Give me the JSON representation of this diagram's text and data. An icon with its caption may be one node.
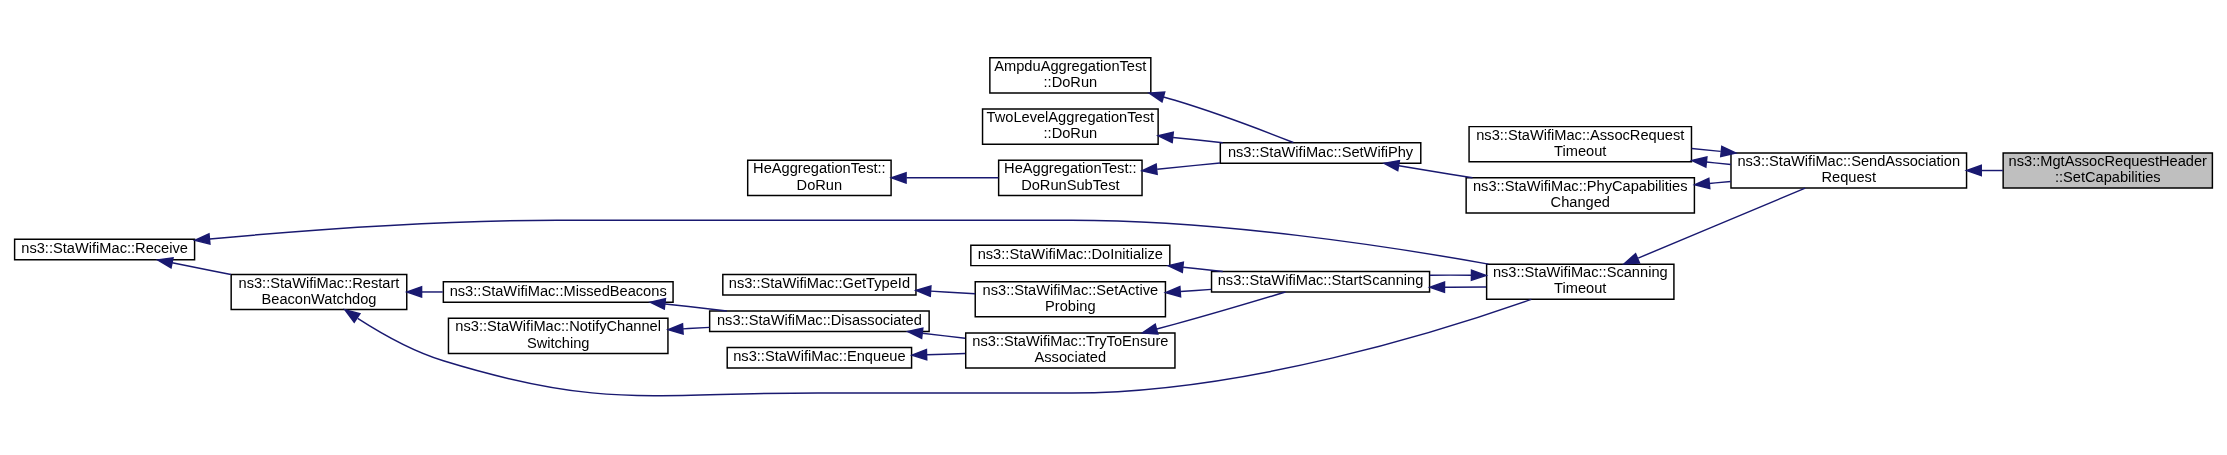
{
  "diagram": {
    "nodes": [
      {
        "text": [
          "ns3::MgtAssocRequestHeader ::SetCapabilities"
        ]
      },
      {
        "text": [
          "ns3::StaWifiMac::SendAssociation Request"
        ]
      },
      {
        "text": [
          "ns3::StaWifiMac::AssocRequest Timeout"
        ]
      },
      {
        "text": [
          "ns3::StaWifiMac::PhyCapabilities Changed"
        ]
      },
      {
        "text": [
          "ns3::StaWifiMac::Scanning Timeout"
        ]
      },
      {
        "text": [
          "ns3::StaWifiMac::SetWifiPhy"
        ]
      },
      {
        "text": [
          "AmpduAggregationTest ::DoRun"
        ]
      },
      {
        "text": [
          "TwoLevelAggregationTest ::DoRun"
        ]
      },
      {
        "text": [
          "HeAggregationTest:: DoRunSubTest"
        ]
      },
      {
        "text": [
          "HeAggregationTest:: DoRun"
        ]
      },
      {
        "text": [
          "ns3::StaWifiMac::Receive"
        ]
      },
      {
        "text": [
          "ns3::StaWifiMac::StartScanning"
        ]
      },
      {
        "text": [
          "ns3::StaWifiMac::DoInitialize"
        ]
      },
      {
        "text": [
          "ns3::StaWifiMac::SetActive Probing"
        ]
      },
      {
        "text": [
          "ns3::StaWifiMac::GetTypeId"
        ]
      },
      {
        "text": [
          "ns3::StaWifiMac::TryToEnsure Associated"
        ]
      },
      {
        "text": [
          "ns3::StaWifiMac::Disassociated"
        ]
      },
      {
        "text": [
          "ns3::StaWifiMac::MissedBeacons"
        ]
      },
      {
        "text": [
          "ns3::StaWifiMac::Restart BeaconWatchdog"
        ]
      },
      {
        "text": [
          "ns3::StaWifiMac::NotifyChannel Switching"
        ]
      },
      {
        "text": [
          "ns3::StaWifiMac::Enqueue"
        ]
      }
    ],
    "edges": [
      {
        "from": 0,
        "to": 1,
        "arrow": "to"
      },
      {
        "from": 1,
        "to": 2,
        "arrow": "to"
      },
      {
        "from": 2,
        "to": 1,
        "arrow": "to"
      },
      {
        "from": 1,
        "to": 3,
        "arrow": "to"
      },
      {
        "from": 1,
        "to": 4,
        "arrow": "to"
      },
      {
        "from": 3,
        "to": 5,
        "arrow": "to"
      },
      {
        "from": 5,
        "to": 6,
        "arrow": "to"
      },
      {
        "from": 5,
        "to": 7,
        "arrow": "to"
      },
      {
        "from": 5,
        "to": 8,
        "arrow": "to"
      },
      {
        "from": 8,
        "to": 9,
        "arrow": "to"
      },
      {
        "from": 4,
        "to": 10,
        "arrow": "to"
      },
      {
        "from": 4,
        "to": 11,
        "arrow": "to"
      },
      {
        "from": 11,
        "to": 4,
        "arrow": "to"
      },
      {
        "from": 11,
        "to": 12,
        "arrow": "to"
      },
      {
        "from": 11,
        "to": 13,
        "arrow": "to"
      },
      {
        "from": 11,
        "to": 15,
        "arrow": "to"
      },
      {
        "from": 13,
        "to": 14,
        "arrow": "to"
      },
      {
        "from": 15,
        "to": 16,
        "arrow": "to"
      },
      {
        "from": 15,
        "to": 20,
        "arrow": "to"
      },
      {
        "from": 16,
        "to": 17,
        "arrow": "to"
      },
      {
        "from": 16,
        "to": 19,
        "arrow": "to"
      },
      {
        "from": 17,
        "to": 18,
        "arrow": "to"
      },
      {
        "from": 18,
        "to": 10,
        "arrow": "to"
      },
      {
        "from": 4,
        "to": 18,
        "arrow": "to"
      }
    ]
  }
}
